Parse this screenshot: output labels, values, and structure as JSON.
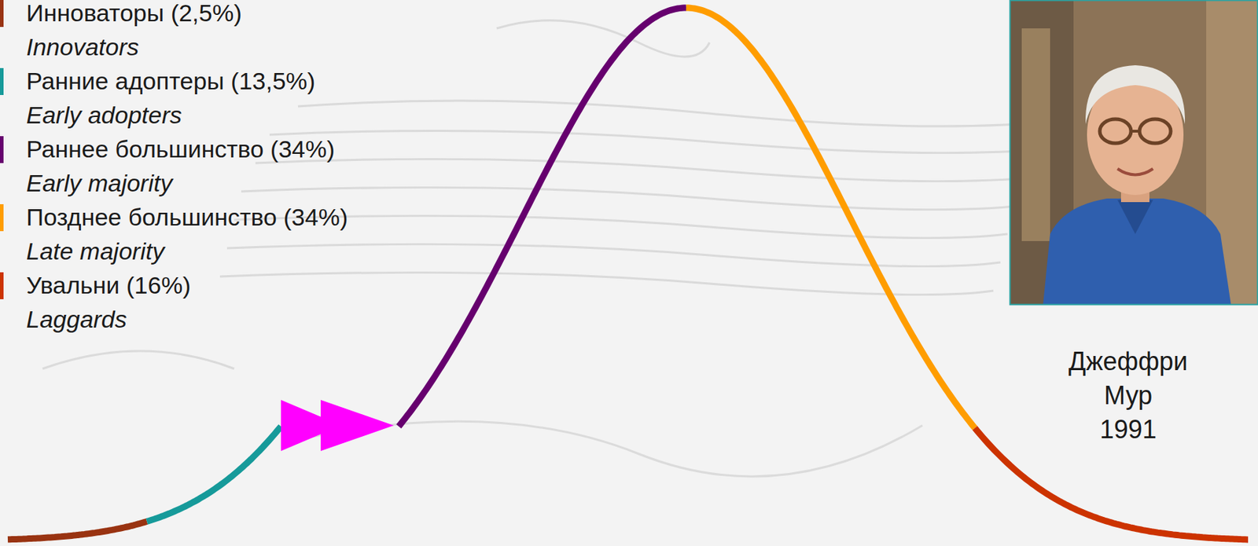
{
  "diagram": {
    "labels": [
      "Innovators",
      "Early adopters",
      "Early majority",
      "Late majority",
      "Laggards",
      "Джеффри Мур",
      "1991"
    ],
    "legend": [
      {
        "text": "Инноваторы (2,5%)",
        "color": "#993311"
      },
      {
        "text": "Ранние адоптеры (13,5%)",
        "color": "#169a9a"
      },
      {
        "text": "Раннее большинство (34%)",
        "color": "#66006e"
      },
      {
        "text": "Позднее большинство (34%)",
        "color": "#ff9d00"
      },
      {
        "text": "Увальни (16%)",
        "color": "#cc3300"
      }
    ]
  }
}
